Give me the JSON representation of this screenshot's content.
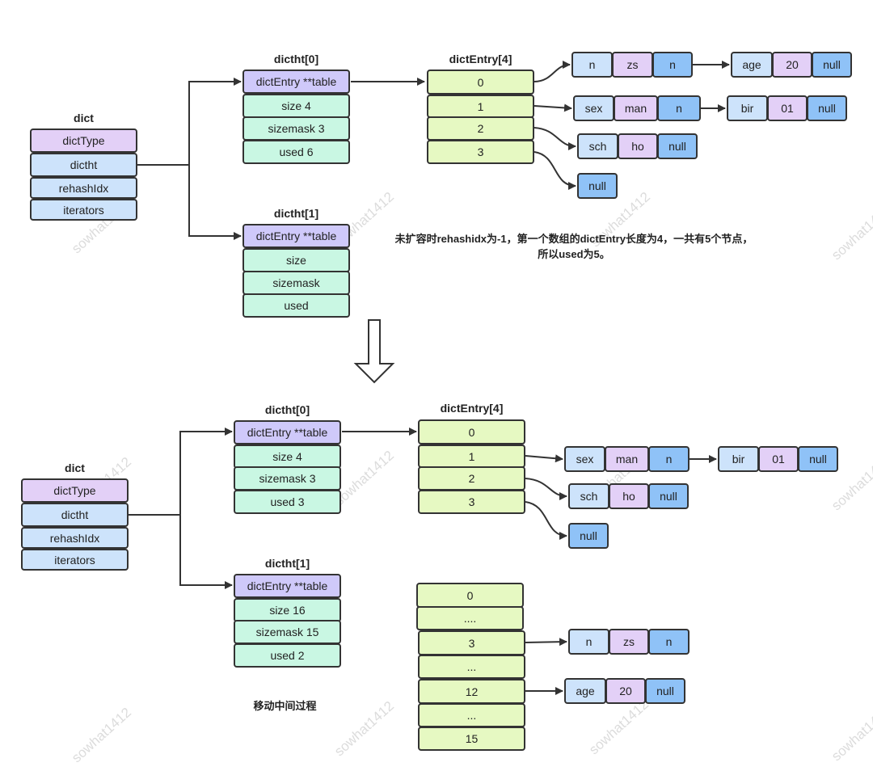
{
  "watermark": "sowhat1412",
  "top": {
    "dict": {
      "title": "dict",
      "fields": [
        "dictType",
        "dictht",
        "rehashIdx",
        "iterators"
      ]
    },
    "ht0": {
      "title": "dictht[0]",
      "fields": [
        "dictEntry **table",
        "size 4",
        "sizemask 3",
        "used 6"
      ]
    },
    "ht1": {
      "title": "dictht[1]",
      "fields": [
        "dictEntry **table",
        "size",
        "sizemask",
        "used"
      ]
    },
    "entry": {
      "title": "dictEntry[4]",
      "slots": [
        "0",
        "1",
        "2",
        "3"
      ]
    },
    "chain0": [
      [
        "n",
        "zs",
        "n"
      ],
      [
        "age",
        "20",
        "null"
      ]
    ],
    "chain1": [
      [
        "sex",
        "man",
        "n"
      ],
      [
        "bir",
        "01",
        "null"
      ]
    ],
    "chain2": [
      [
        "sch",
        "ho",
        "null"
      ]
    ],
    "chain3": "null",
    "note_line1": "未扩容时rehashidx为-1，第一个数组的dictEntry长度为4，一共有5个节点，",
    "note_line2": "所以used为5。"
  },
  "bottom": {
    "dict": {
      "title": "dict",
      "fields": [
        "dictType",
        "dictht",
        "rehashIdx",
        "iterators"
      ]
    },
    "ht0": {
      "title": "dictht[0]",
      "fields": [
        "dictEntry **table",
        "size 4",
        "sizemask 3",
        "used 3"
      ]
    },
    "ht1": {
      "title": "dictht[1]",
      "fields": [
        "dictEntry **table",
        "size 16",
        "sizemask 15",
        "used 2"
      ]
    },
    "entry": {
      "title": "dictEntry[4]",
      "slots": [
        "0",
        "1",
        "2",
        "3"
      ]
    },
    "chain1": [
      [
        "sex",
        "man",
        "n"
      ],
      [
        "bir",
        "01",
        "null"
      ]
    ],
    "chain2": [
      [
        "sch",
        "ho",
        "null"
      ]
    ],
    "chain3": "null",
    "entry16": {
      "slots": [
        "0",
        "....",
        "3",
        "...",
        "12",
        "...",
        "15"
      ]
    },
    "chain_slot3": [
      [
        "n",
        "zs",
        "n"
      ]
    ],
    "chain_slot12": [
      [
        "age",
        "20",
        "null"
      ]
    ],
    "caption": "移动中间过程"
  }
}
